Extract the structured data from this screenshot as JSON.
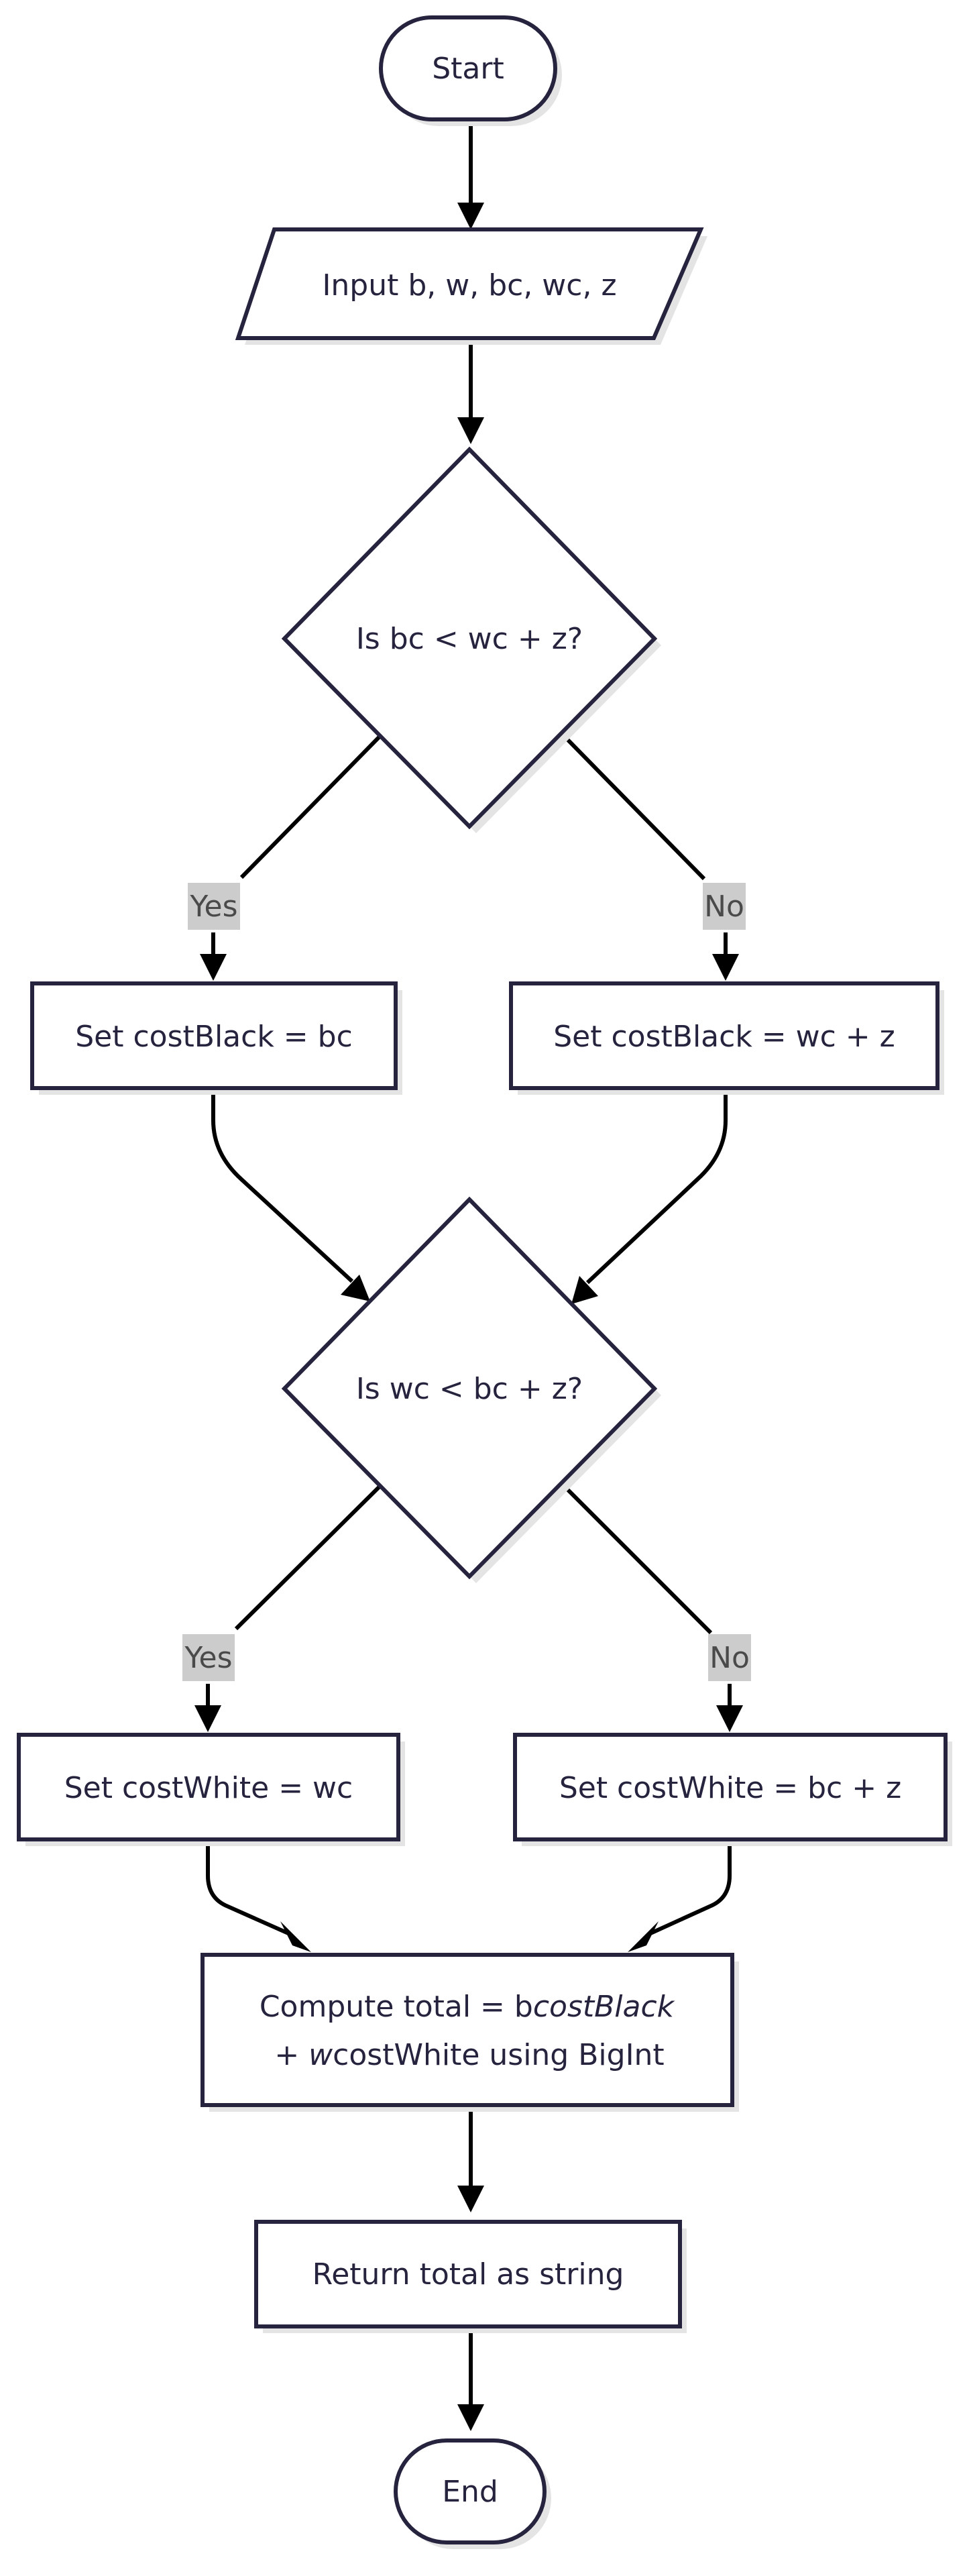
{
  "nodes": {
    "start": "Start",
    "input": "Input b, w, bc, wc, z",
    "decision1": "Is bc < wc + z?",
    "black_yes": "Set costBlack = bc",
    "black_no": "Set costBlack = wc + z",
    "decision2": "Is wc < bc + z?",
    "white_yes": "Set costWhite = wc",
    "white_no": "Set costWhite = bc + z",
    "compute": {
      "line1_a": "Compute total = b",
      "line1_b": "costBlack",
      "line2_a": "+ ",
      "line2_b": "w",
      "line2_c": "costWhite using BigInt"
    },
    "return": "Return total as string",
    "end": "End"
  },
  "edge_labels": {
    "d1_yes": "Yes",
    "d1_no": "No",
    "d2_yes": "Yes",
    "d2_no": "No"
  },
  "colors": {
    "node_stroke": "#25233d",
    "edge": "#000000",
    "label_background": "#cccccc"
  }
}
